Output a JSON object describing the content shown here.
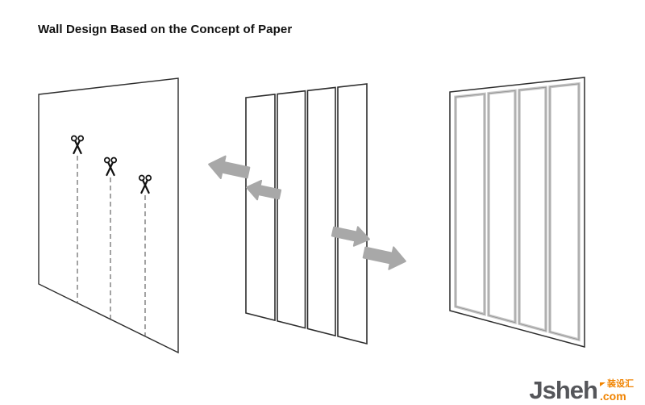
{
  "title": "Wall Design Based on the Concept of Paper",
  "colors": {
    "background": "#ffffff",
    "outline": "#2d2d2d",
    "dashed_line": "#666666",
    "arrow_gray": "#a8a8a8",
    "panel_frame_gray": "#c6c6c6",
    "accent_orange": "#f08300",
    "logo_gray": "#55565a"
  },
  "icons": {
    "scissors": "scissors-icon",
    "arrow_left": "arrow-left-icon",
    "arrow_right": "arrow-right-icon",
    "flag": "flag-icon"
  },
  "logo": {
    "name": "Jsheh",
    "tld": ".com",
    "tagline": "装设汇"
  }
}
